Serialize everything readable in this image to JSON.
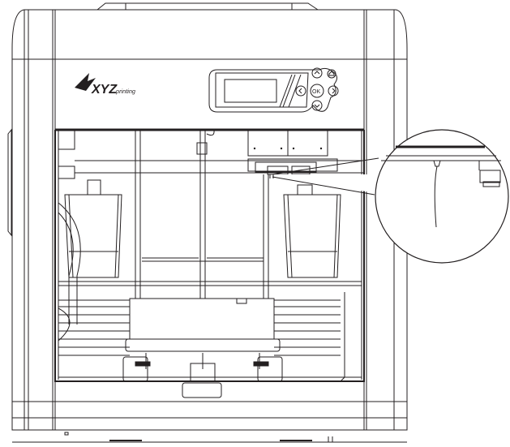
{
  "figure": {
    "subject": "3D printer front view line drawing",
    "brand_logo": {
      "main": "XYZ",
      "sub": "printing"
    },
    "control_panel": {
      "buttons": [
        {
          "id": "up",
          "icon": "chevron-up-icon",
          "label": ""
        },
        {
          "id": "down",
          "icon": "chevron-down-icon",
          "label": ""
        },
        {
          "id": "left",
          "icon": "chevron-left-icon",
          "label": ""
        },
        {
          "id": "right",
          "icon": "chevron-right-icon",
          "label": ""
        },
        {
          "id": "ok",
          "icon": "",
          "label": "OK"
        },
        {
          "id": "home",
          "icon": "home-icon",
          "label": ""
        }
      ]
    },
    "callout": {
      "description": "magnified view of nozzle with filament strand"
    },
    "colors": {
      "line": "#231f20",
      "background": "#ffffff"
    }
  }
}
